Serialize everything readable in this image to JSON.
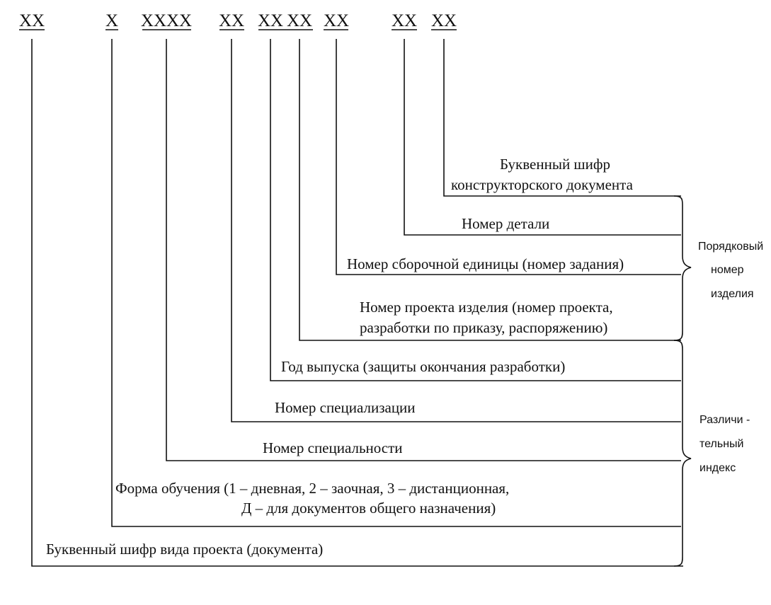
{
  "code_segments": [
    "XX",
    "X",
    "XXXX",
    "XX",
    "XX",
    "XX",
    "XX",
    "XX",
    "XX"
  ],
  "fields": [
    {
      "id": "doc-letter-code",
      "lines": [
        "Буквенный шифр",
        "конструкторского документа"
      ]
    },
    {
      "id": "part-number",
      "lines": [
        "Номер детали"
      ]
    },
    {
      "id": "assembly-number",
      "lines": [
        "Номер сборочной единицы (номер задания)"
      ]
    },
    {
      "id": "product-project-number",
      "lines": [
        "Номер проекта изделия (номер проекта,",
        "разработки по приказу, распоряжению)"
      ]
    },
    {
      "id": "release-year",
      "lines": [
        "Год выпуска (защиты окончания разработки)"
      ]
    },
    {
      "id": "specialization-number",
      "lines": [
        "Номер специализации"
      ]
    },
    {
      "id": "specialty-number",
      "lines": [
        "Номер специальности"
      ]
    },
    {
      "id": "study-form",
      "lines": [
        "Форма обучения (1 – дневная, 2 – заочная, 3 – дистанционная,",
        "Д – для документов общего назначения)"
      ]
    },
    {
      "id": "project-type-letter-code",
      "lines": [
        "Буквенный шифр вида проекта (документа)"
      ]
    }
  ],
  "groups": {
    "serial": {
      "lines": [
        "Порядковый",
        "номер",
        "изделия"
      ]
    },
    "distinctive": {
      "lines": [
        "Различи -",
        "тельный",
        "индекс"
      ]
    }
  }
}
